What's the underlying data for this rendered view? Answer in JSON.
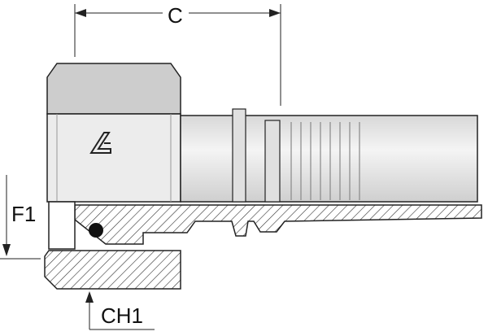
{
  "dimensions": {
    "c_label": "C",
    "f1_label": "F1",
    "ch1_label": "CH1"
  },
  "colors": {
    "metal_light": "#e6e6e6",
    "metal_mid": "#cfcfcf",
    "metal_dark": "#b5b5b5",
    "outline": "#222222"
  }
}
